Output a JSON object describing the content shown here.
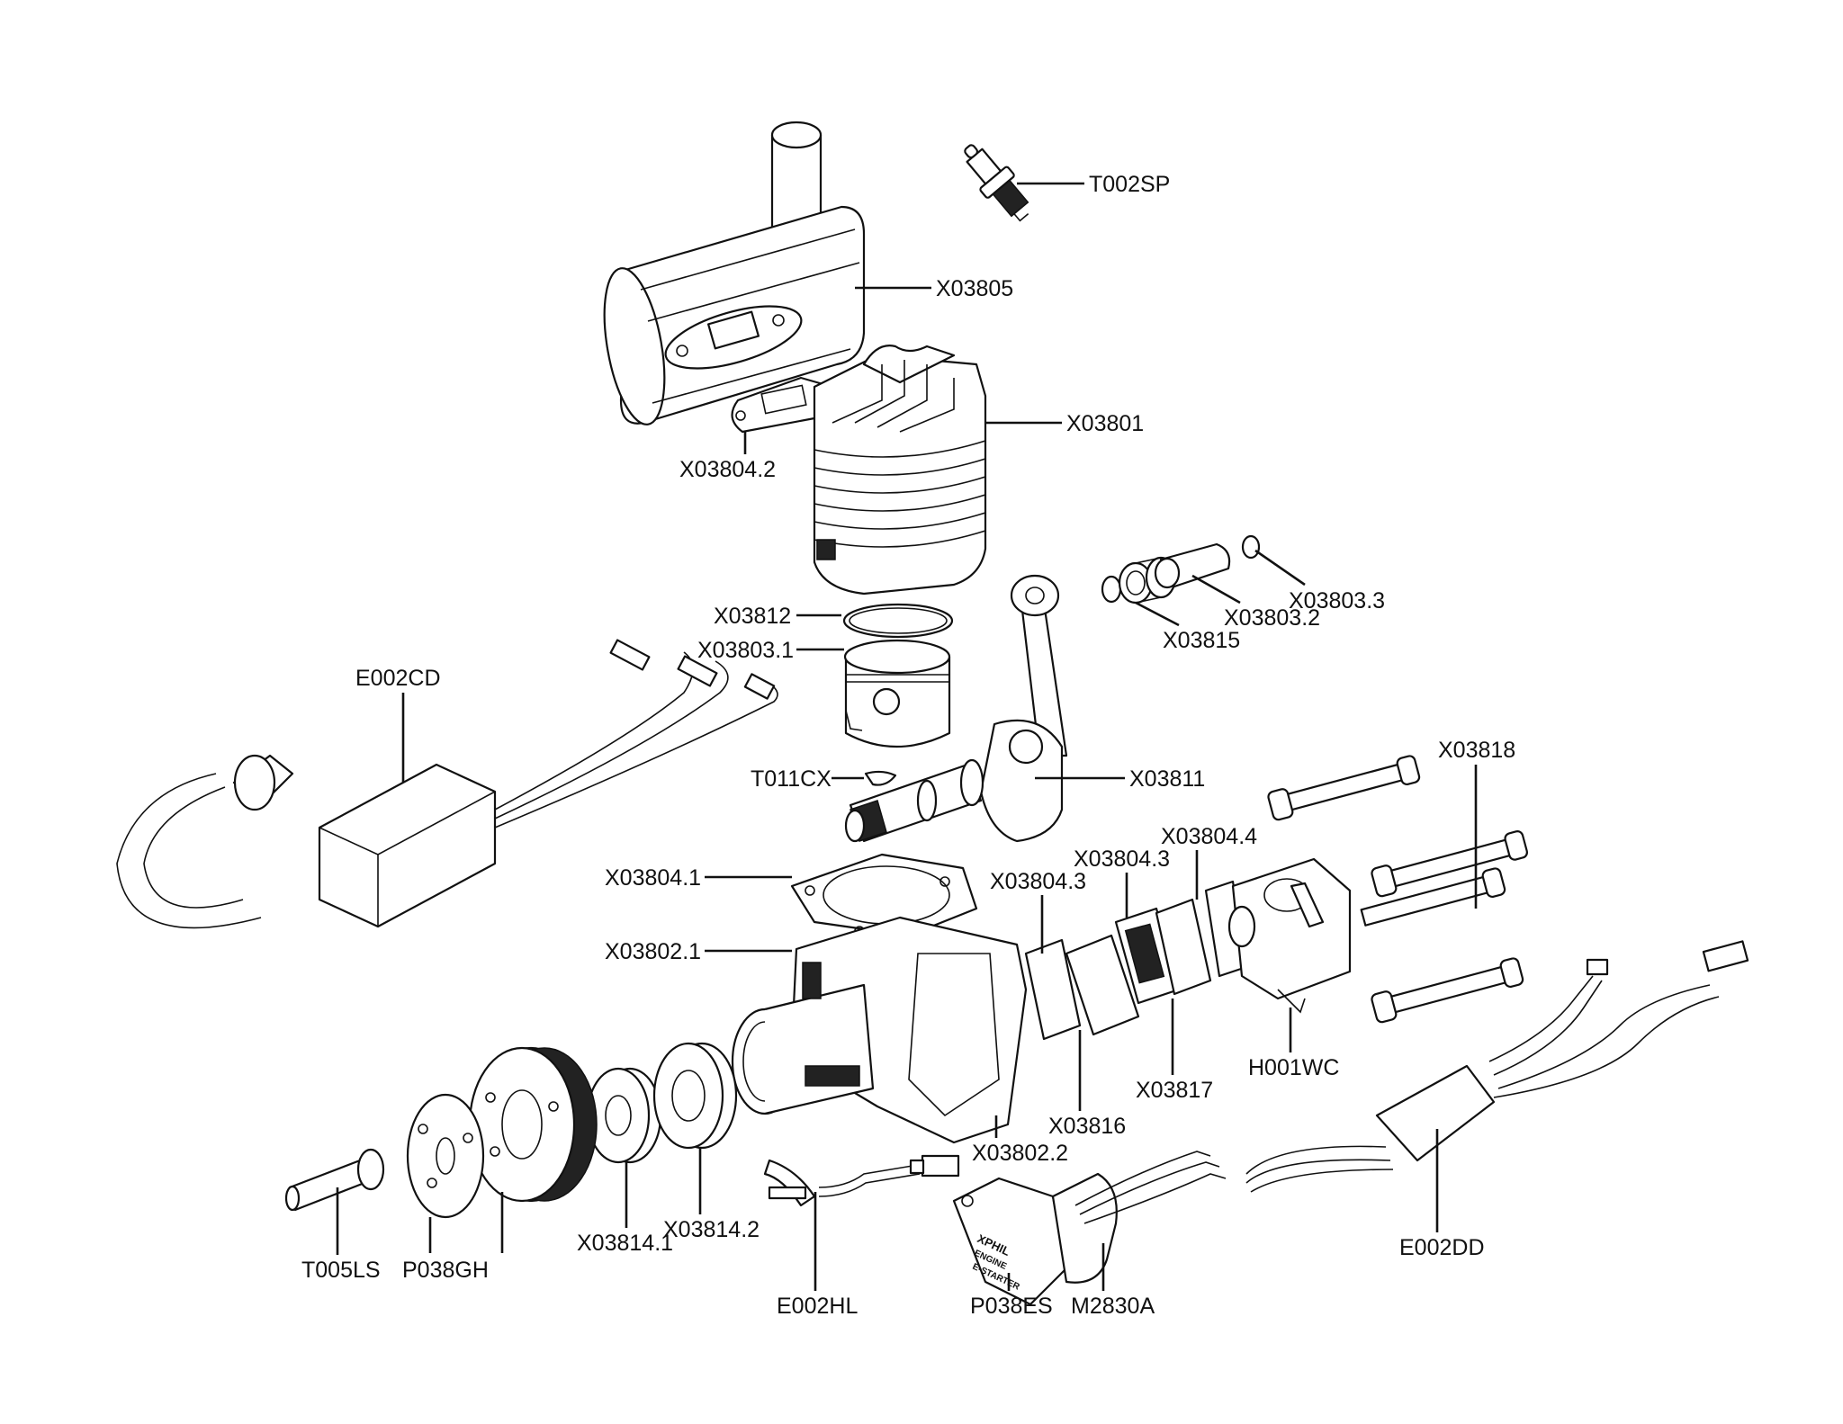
{
  "diagram": {
    "type": "exploded-parts-view",
    "subject": "gasoline engine with electric starter",
    "background_color": "#ffffff",
    "line_color": "#111111",
    "starter_housing_text": [
      "XPHIL",
      "ENGINE",
      "E-STARTER"
    ],
    "parts": [
      {
        "id": "T002SP",
        "label": "T002SP",
        "component": "spark plug"
      },
      {
        "id": "X03805",
        "label": "X03805",
        "component": "muffler"
      },
      {
        "id": "X03801",
        "label": "X03801",
        "component": "cylinder"
      },
      {
        "id": "X03804.2",
        "label": "X03804.2",
        "component": "muffler gasket"
      },
      {
        "id": "X03803.3",
        "label": "X03803.3",
        "component": "piston pin clip"
      },
      {
        "id": "X03803.2",
        "label": "X03803.2",
        "component": "piston pin"
      },
      {
        "id": "X03815",
        "label": "X03815",
        "component": "needle bearing"
      },
      {
        "id": "X03812",
        "label": "X03812",
        "component": "piston ring"
      },
      {
        "id": "X03803.1",
        "label": "X03803.1",
        "component": "piston"
      },
      {
        "id": "E002CD",
        "label": "E002CD",
        "component": "CDI ignition module"
      },
      {
        "id": "X03818",
        "label": "X03818",
        "component": "standoff / mounting post"
      },
      {
        "id": "T011CX",
        "label": "T011CX",
        "component": "crankshaft key"
      },
      {
        "id": "X03811",
        "label": "X03811",
        "component": "crankshaft & connecting rod"
      },
      {
        "id": "X03804.4",
        "label": "X03804.4",
        "component": "carburetor gasket"
      },
      {
        "id": "X03804.3a",
        "label": "X03804.3",
        "component": "reed valve gasket"
      },
      {
        "id": "X03804.3b",
        "label": "X03804.3",
        "component": "intake gasket"
      },
      {
        "id": "X03804.1",
        "label": "X03804.1",
        "component": "cylinder base gasket"
      },
      {
        "id": "X03802.1",
        "label": "X03802.1",
        "component": "crankcase (front)"
      },
      {
        "id": "X03816",
        "label": "X03816",
        "component": "intake manifold"
      },
      {
        "id": "X03817",
        "label": "X03817",
        "component": "reed valve"
      },
      {
        "id": "H001WC",
        "label": "H001WC",
        "component": "carburetor"
      },
      {
        "id": "X03802.2",
        "label": "X03802.2",
        "component": "crankcase (rear)"
      },
      {
        "id": "X03814.2",
        "label": "X03814.2",
        "component": "ball bearing"
      },
      {
        "id": "X03814.1",
        "label": "X03814.1",
        "component": "ball bearing"
      },
      {
        "id": "T005LS",
        "label": "T005LS",
        "component": "prop shaft / spinner bolt"
      },
      {
        "id": "P038GH",
        "label": "P038GH",
        "component": "drive washer & gear hub"
      },
      {
        "id": "E002HL",
        "label": "E002HL",
        "component": "hall sensor"
      },
      {
        "id": "P038ES",
        "label": "P038ES",
        "component": "starter housing"
      },
      {
        "id": "M2830A",
        "label": "M2830A",
        "component": "starter motor"
      },
      {
        "id": "E002DD",
        "label": "E002DD",
        "component": "starter ESC"
      }
    ]
  }
}
